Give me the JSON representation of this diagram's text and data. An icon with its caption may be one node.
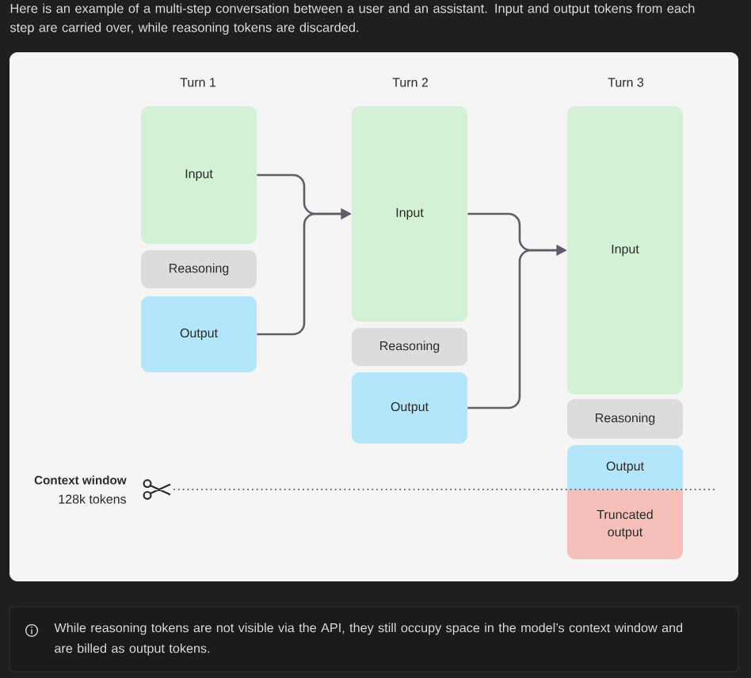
{
  "diagram": {
    "title": "Here is an example of a multi-step conversation between a user and an assistant. Input and output tokens from each step are carried over, while reasoning tokens are discarded.",
    "caption": "While reasoning tokens are not visible via the API, they still occupy space in the model’s context window and are billed as output tokens.",
    "nodes": [
      {
        "text": [
          "Input"
        ]
      },
      {
        "text": [
          "Reasoning"
        ]
      },
      {
        "text": [
          "Output"
        ]
      },
      {
        "text": [
          "Input"
        ]
      },
      {
        "text": [
          "Reasoning"
        ]
      },
      {
        "text": [
          "Output"
        ]
      },
      {
        "text": [
          "Input"
        ]
      },
      {
        "text": [
          "Reasoning"
        ]
      },
      {
        "text": [
          "Output"
        ]
      },
      {
        "text": [
          "Truncated output"
        ]
      }
    ],
    "edges": [
      {
        "from": 0,
        "to": 3,
        "arrow": "to"
      },
      {
        "from": 2,
        "to": 3,
        "arrow": "to"
      },
      {
        "from": 3,
        "to": 6,
        "arrow": "to"
      },
      {
        "from": 5,
        "to": 6,
        "arrow": "to"
      }
    ],
    "labels": [
      "Turn 1",
      "Turn 2",
      "Turn 3",
      "Context window",
      "128k tokens"
    ]
  }
}
